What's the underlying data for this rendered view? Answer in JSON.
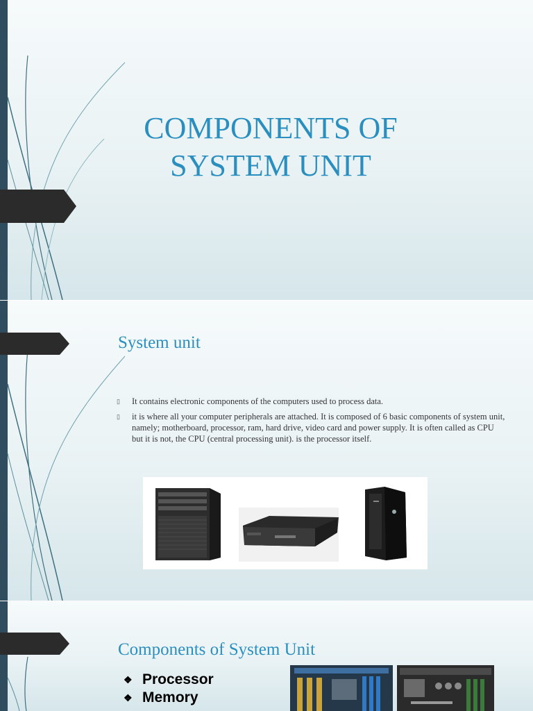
{
  "slides": [
    {
      "title": "COMPONENTS OF SYSTEM UNIT"
    },
    {
      "heading": "System unit",
      "bullets": [
        "It contains electronic components of the computers used to process data.",
        " it is where all your computer peripherals  are attached. It is composed of 6 basic components of system unit, namely; motherboard, processor, ram, hard drive, video card and power supply. It is often called as CPU but it is not, the CPU (central processing unit). is the processor itself."
      ],
      "bullet_glyph": "▯",
      "images": [
        "tower-pc",
        "small-form-factor-pc",
        "slim-tower-pc"
      ]
    },
    {
      "heading": "Components of System Unit",
      "items": [
        "Processor",
        "Memory"
      ],
      "item_glyph": "❖",
      "images": [
        "motherboard",
        "motherboard"
      ]
    }
  ],
  "colors": {
    "title": "#2a8fbf",
    "sidebar": "#2f4d5e",
    "tab": "#2b2b2b"
  }
}
